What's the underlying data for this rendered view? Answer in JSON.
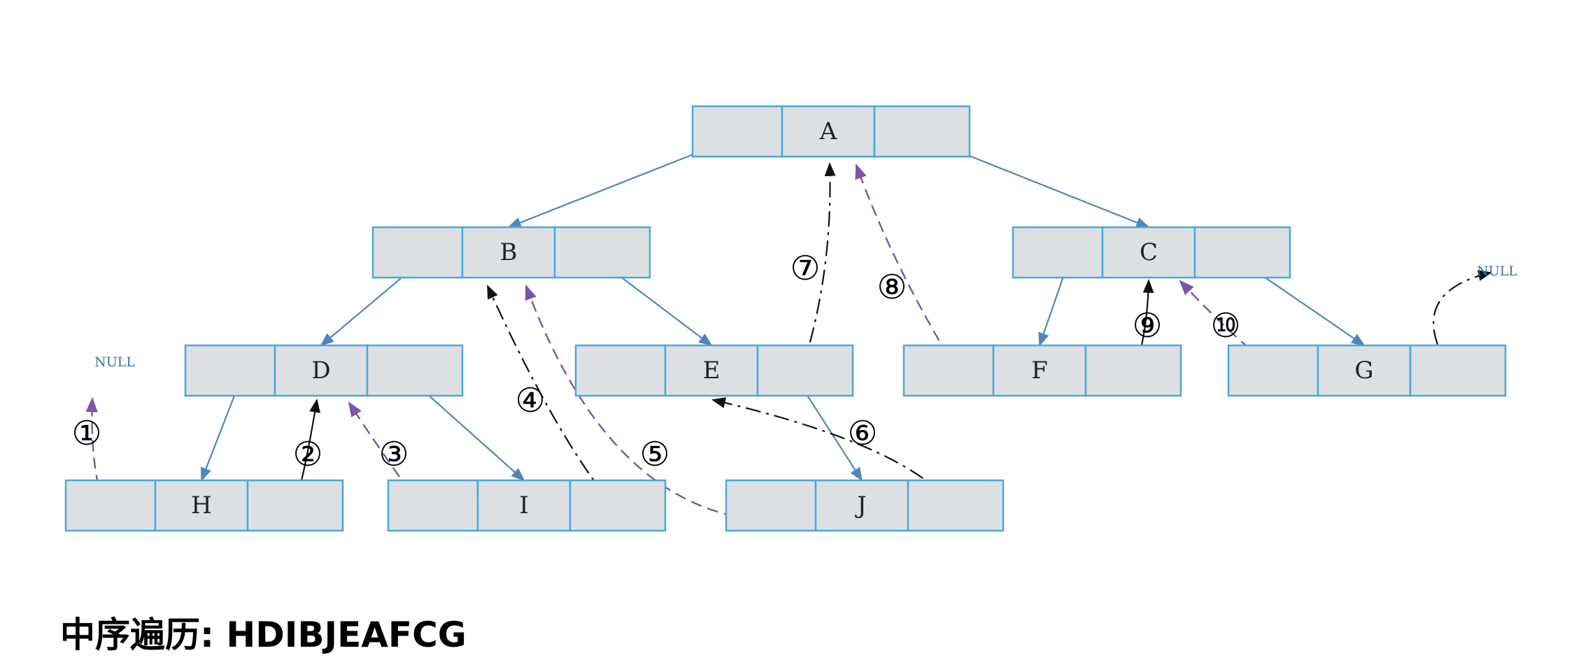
{
  "nodes": [
    {
      "id": "A",
      "label": "A"
    },
    {
      "id": "B",
      "label": "B"
    },
    {
      "id": "C",
      "label": "C"
    },
    {
      "id": "D",
      "label": "D"
    },
    {
      "id": "E",
      "label": "E"
    },
    {
      "id": "F",
      "label": "F"
    },
    {
      "id": "G",
      "label": "G"
    },
    {
      "id": "H",
      "label": "H"
    },
    {
      "id": "I",
      "label": "I"
    },
    {
      "id": "J",
      "label": "J"
    }
  ],
  "edges": [
    {
      "from": "A",
      "to": "B"
    },
    {
      "from": "A",
      "to": "C"
    },
    {
      "from": "B",
      "to": "D"
    },
    {
      "from": "B",
      "to": "E"
    },
    {
      "from": "C",
      "to": "F"
    },
    {
      "from": "C",
      "to": "G"
    },
    {
      "from": "D",
      "to": "H"
    },
    {
      "from": "D",
      "to": "I"
    },
    {
      "from": "E",
      "to": "J"
    }
  ],
  "null_label": "NULL",
  "steps": [
    "①",
    "②",
    "③",
    "④",
    "⑤",
    "⑥",
    "⑦",
    "⑧",
    "⑨",
    "⑩"
  ],
  "caption": "中序遍历: HDIBJEAFCG",
  "colors": {
    "cell_fill": "#dde0e2",
    "cell_border": "#4aa8dc",
    "edge": "#4f86bd",
    "thread_purple": "#7a56a8",
    "thread_black": "#111111"
  }
}
